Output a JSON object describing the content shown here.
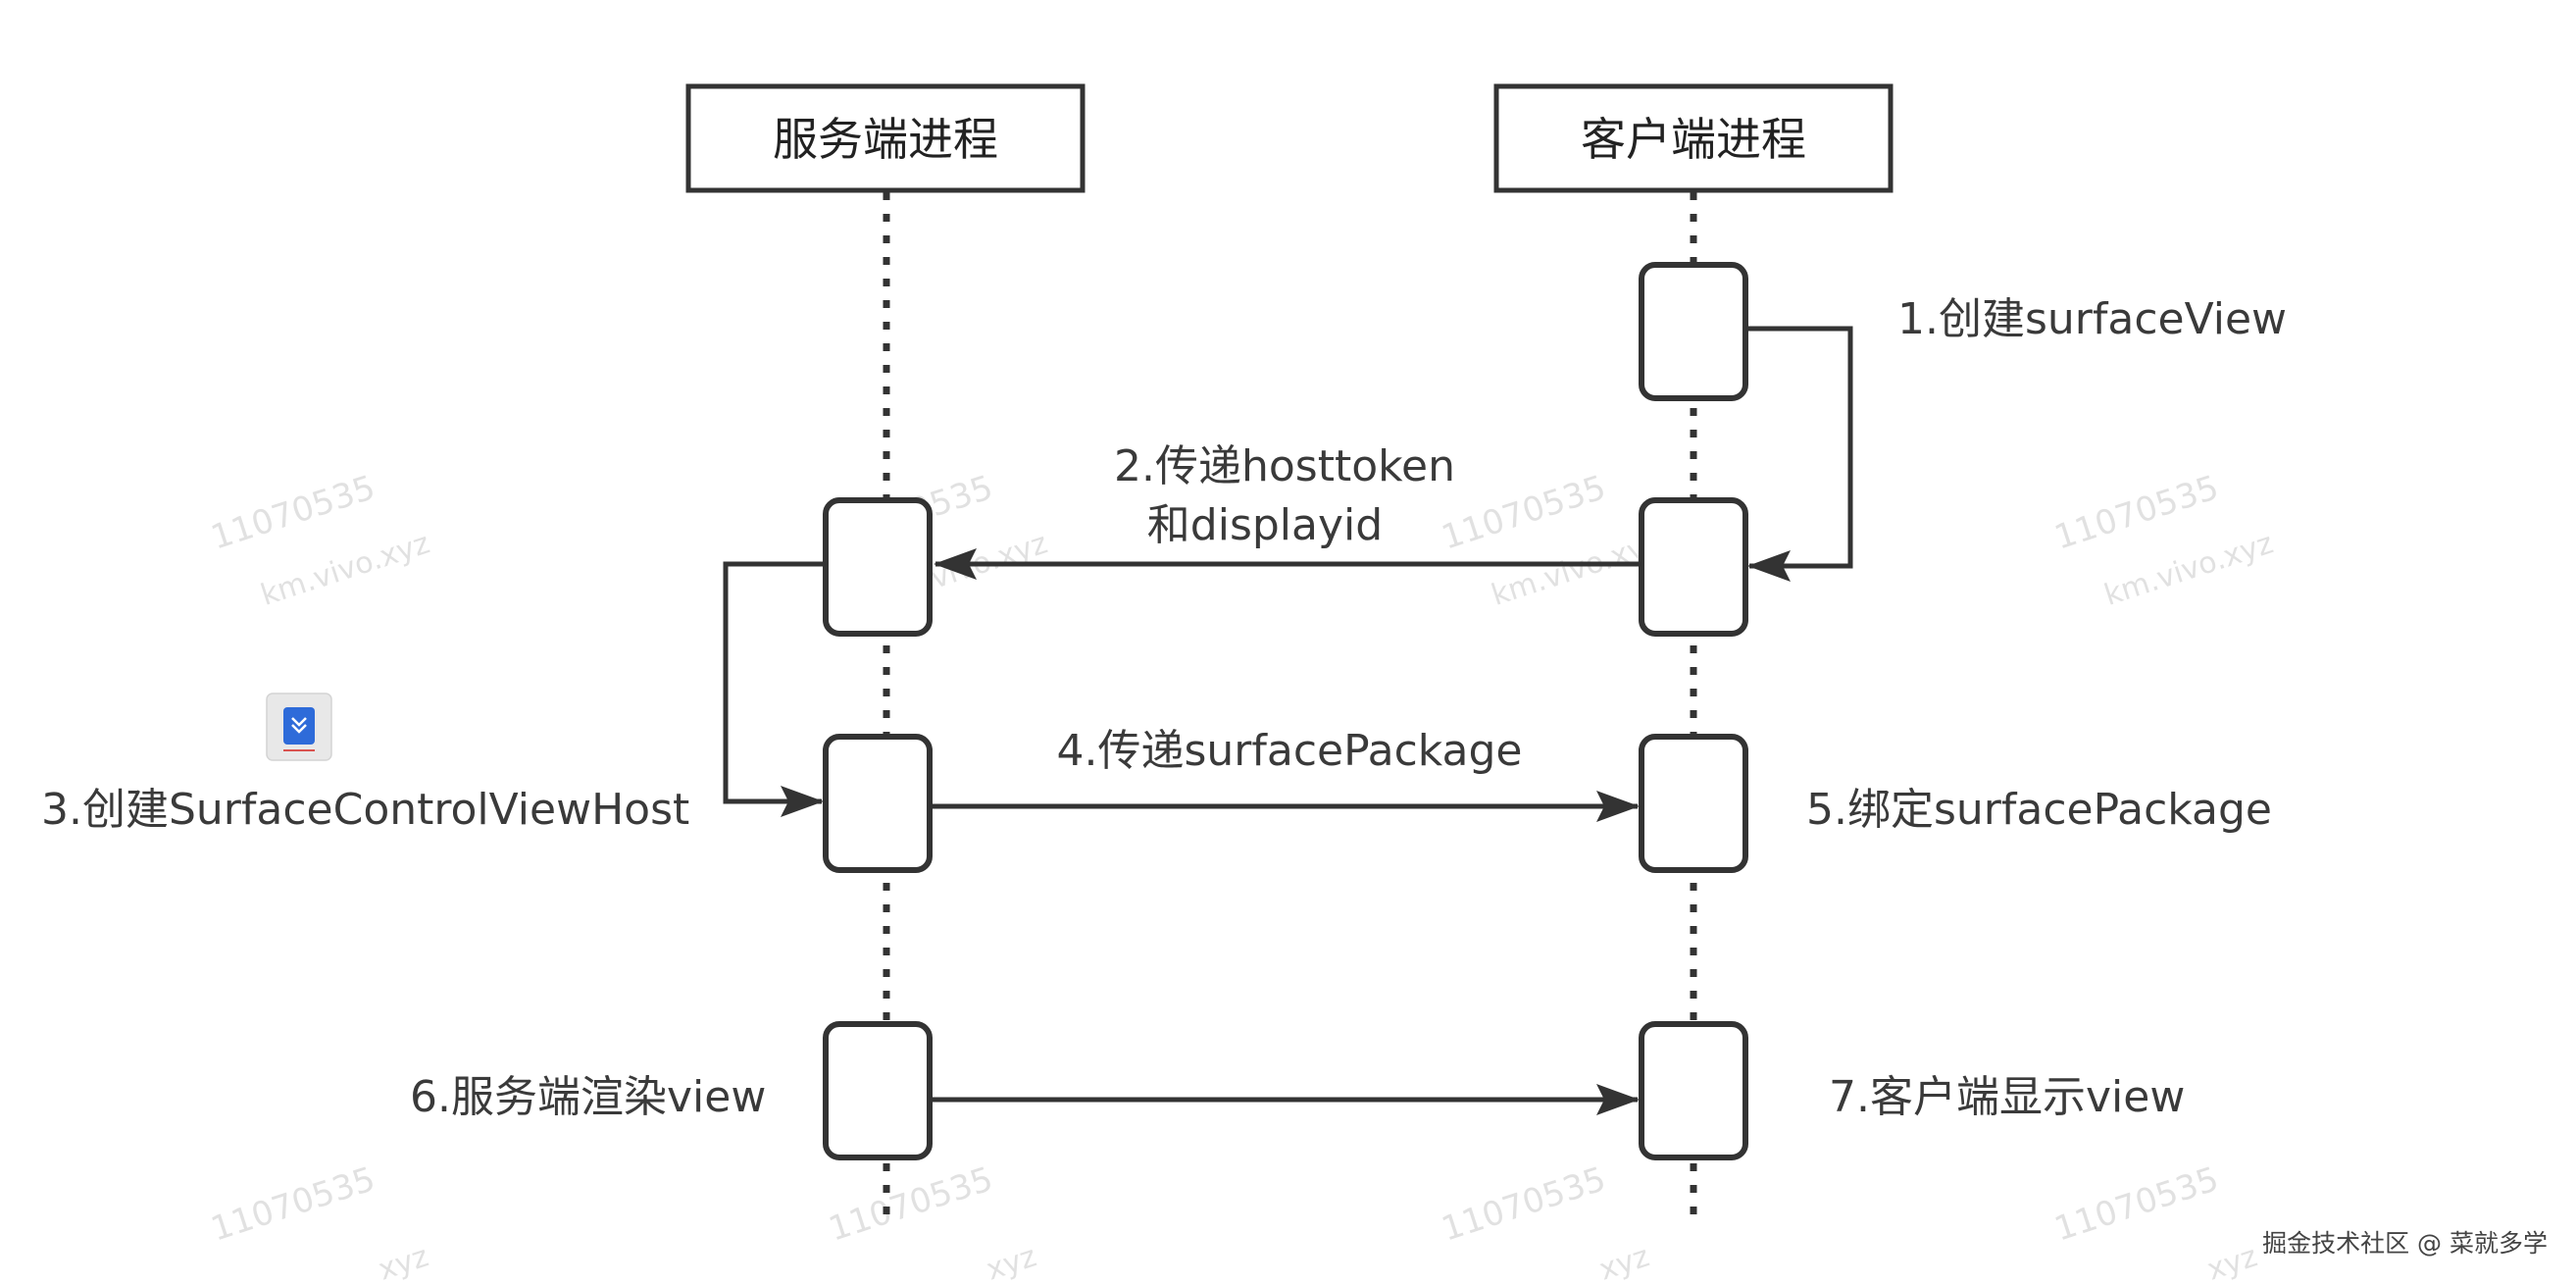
{
  "lanes": {
    "server": "服务端进程",
    "client": "客户端进程"
  },
  "steps": {
    "s1": "1.创建surfaceView",
    "s2_line1": "2.传递hosttoken",
    "s2_line2": "和displayid",
    "s3": "3.创建SurfaceControlViewHost",
    "s4": "4.传递surfacePackage",
    "s5": "5.绑定surfacePackage",
    "s6": "6.服务端渲染view",
    "s7": "7.客户端显示view"
  },
  "watermark": {
    "id": "11070535",
    "domain": "km.vivo.xyz",
    "domain_partial": "xyz"
  },
  "footer": {
    "text": "掘金技术社区 @ 菜就多学"
  },
  "colors": {
    "line": "#333333",
    "watermark": "#c9c9c9",
    "icon_bg": "#e8e8e8",
    "icon_accent": "#2e6bd9"
  },
  "icons": {
    "floating_tool": "bookmark-icon"
  }
}
